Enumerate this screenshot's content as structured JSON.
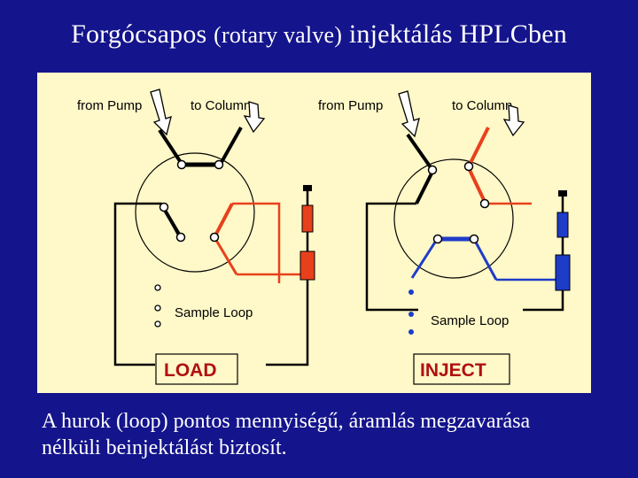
{
  "slide": {
    "title_main": "Forgócsapos",
    "title_sub": "(rotary valve)",
    "title_end": "injektálás HPLCben"
  },
  "diagram": {
    "left_panel": {
      "from_pump": "from Pump",
      "to_column": "to Column",
      "sample_loop": "Sample Loop",
      "mode": "LOAD"
    },
    "right_panel": {
      "from_pump": "from Pump",
      "to_column": "to Column",
      "sample_loop": "Sample Loop",
      "mode": "INJECT"
    },
    "colors": {
      "flow_black": "#000000",
      "flow_red": "#e8401c",
      "flow_blue": "#1e3cc8",
      "mode_label": "#b01010",
      "figure_bg": "#fff8c8"
    }
  },
  "caption": {
    "line1": "A hurok (loop) pontos mennyiségű, áramlás megzavarása",
    "line2": "nélküli beinjektálást biztosít."
  }
}
